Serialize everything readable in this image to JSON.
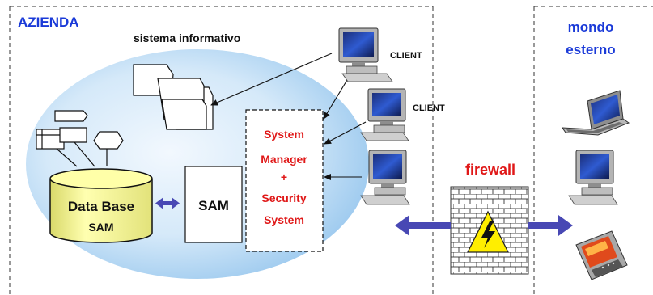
{
  "zones": {
    "company": "AZIENDA",
    "outside_line1": "mondo",
    "outside_line2": "esterno"
  },
  "system": {
    "title": "sistema informativo",
    "database_line1": "Data Base",
    "database_line2": "SAM",
    "sam_label": "SAM",
    "manager_line1": "System",
    "manager_line2": "Manager",
    "manager_line3": "+",
    "manager_line4": "Security",
    "manager_line5": "System"
  },
  "clients": {
    "client1": "CLIENT",
    "client2": "CLIENT"
  },
  "firewall": {
    "label": "firewall"
  },
  "colors": {
    "zone_title": "#1a3ad8",
    "manager_text": "#e01818",
    "firewall_text": "#e01818",
    "arrow": "#4848b4",
    "ellipse_light": "#eef6fd",
    "ellipse_dark": "#a9d2f1",
    "database": "#ffff99"
  }
}
